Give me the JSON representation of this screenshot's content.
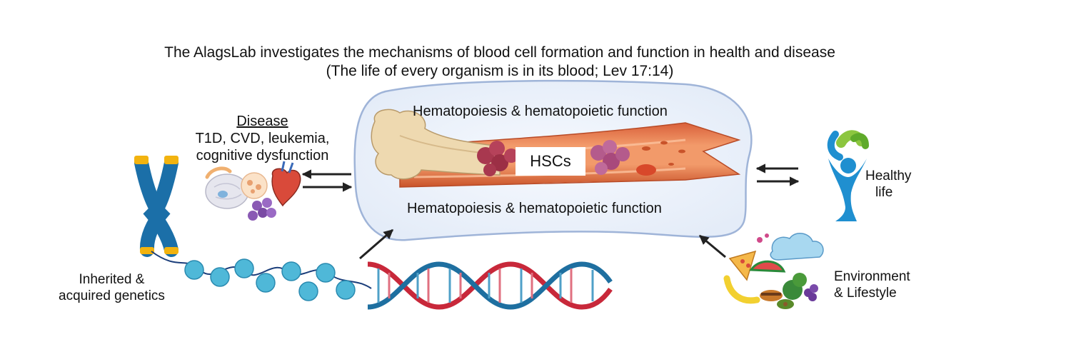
{
  "header": {
    "line1": "The AlagsLab investigates the mechanisms of blood cell formation and function in health and disease",
    "line2": "(The life of every organism is in its blood; Lev 17:14)"
  },
  "disease": {
    "heading": "Disease",
    "line1": "T1D, CVD, leukemia,",
    "line2": "cognitive dysfunction"
  },
  "center": {
    "top_label": "Hematopoiesis & hematopoietic function",
    "bottom_label": "Hematopoiesis & hematopoietic function",
    "hsc_label": "HSCs"
  },
  "healthy": {
    "line1": "Healthy",
    "line2": "life"
  },
  "environment": {
    "line1": "Environment",
    "line2": "& Lifestyle"
  },
  "genetics": {
    "line1": "Inherited &",
    "line2": "acquired genetics"
  },
  "colors": {
    "blob_fill": "#eef3fb",
    "blob_stroke": "#9fb4d8",
    "vessel": "#e8784a",
    "vessel_dark": "#c9532a",
    "bone": "#eed9b0",
    "cell_cluster": "#a8384f",
    "dna_red": "#c8283a",
    "dna_blue": "#1e6fa0",
    "chromosome": "#1b6fa8",
    "chromosome_tip": "#f2b30f",
    "nucleosome": "#4fb8d8",
    "person_blue": "#1f8fd0",
    "person_green": "#8cc63f",
    "arrow": "#222222"
  }
}
